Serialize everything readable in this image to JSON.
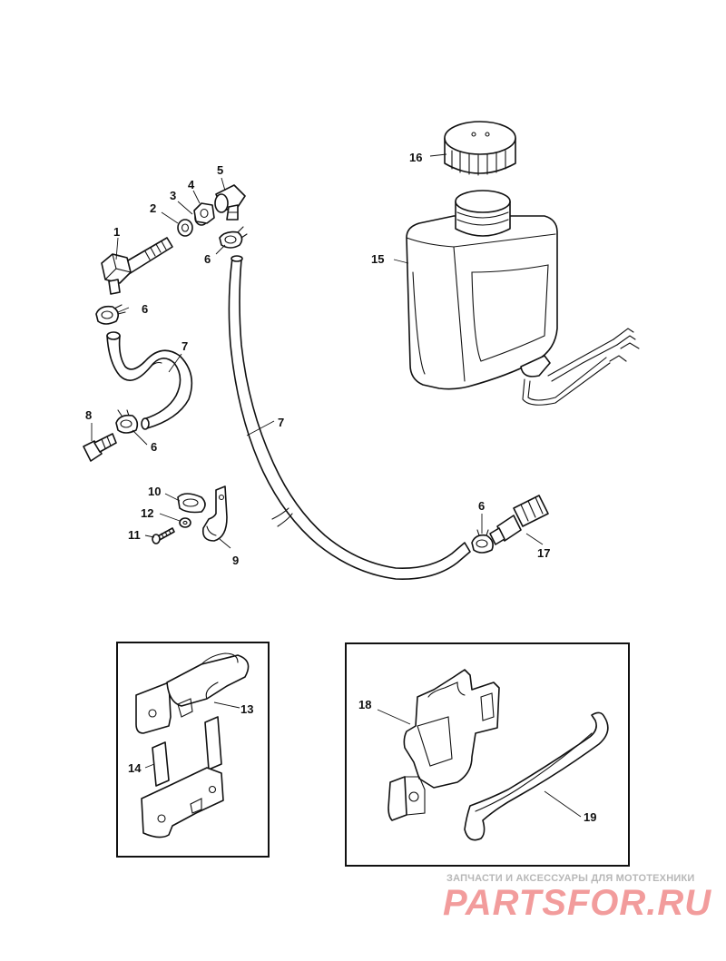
{
  "callouts": {
    "c1": "1",
    "c2": "2",
    "c3": "3",
    "c4": "4",
    "c5": "5",
    "c6a": "6",
    "c6b": "6",
    "c6c": "6",
    "c6d": "6",
    "c7a": "7",
    "c7b": "7",
    "c8": "8",
    "c9": "9",
    "c10": "10",
    "c11": "11",
    "c12": "12",
    "c13": "13",
    "c14": "14",
    "c15": "15",
    "c16": "16",
    "c17": "17",
    "c18": "18",
    "c19": "19"
  },
  "watermark": {
    "caption": "ЗАПЧАСТИ И АКСЕССУАРЫ ДЛЯ МОТОТЕХНИКИ",
    "logo": "PARTSFOR.RU"
  },
  "colors": {
    "line": "#111111",
    "watermark_logo": "#f29c9c",
    "watermark_caption": "#b7b7b7"
  }
}
